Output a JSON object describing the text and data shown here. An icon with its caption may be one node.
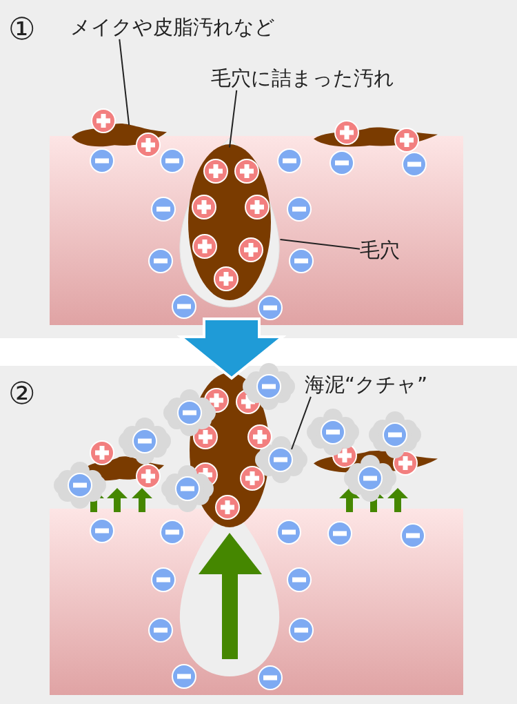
{
  "diagram": {
    "nodes": [
      {
        "text": [
          "メイクや皮脂汚れなど"
        ]
      },
      {
        "text": [],
        "shape": "picture"
      },
      {
        "text": [
          "毛穴に詰まった汚れ"
        ]
      },
      {
        "text": [],
        "shape": "picture"
      },
      {
        "text": [],
        "shape": "picture",
        "in": 3
      },
      {
        "text": [
          "毛穴"
        ]
      },
      {
        "text": [
          "海泥“クチャ”"
        ]
      },
      {
        "text": [],
        "shape": "picture"
      }
    ],
    "edges": [
      {
        "from": 0,
        "to": 1,
        "arrow": "none"
      },
      {
        "from": 2,
        "to": 4,
        "arrow": "none"
      },
      {
        "from": 5,
        "to": 3,
        "arrow": "none"
      },
      {
        "from": 6,
        "to": 7,
        "arrow": "none"
      }
    ],
    "labels": [
      "①",
      "②"
    ]
  }
}
